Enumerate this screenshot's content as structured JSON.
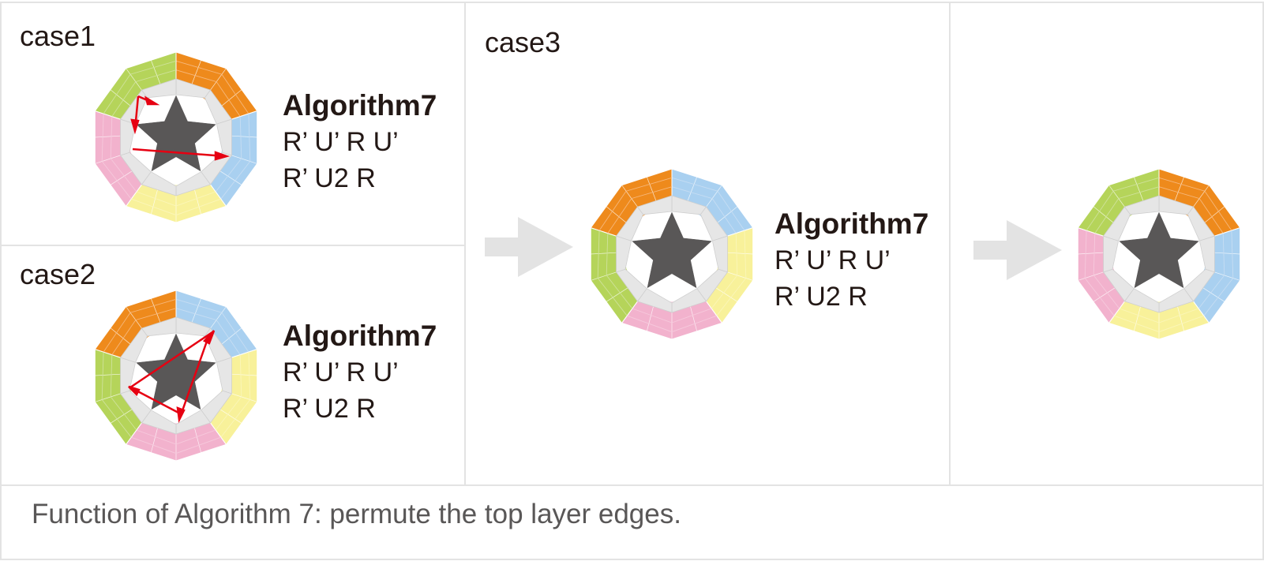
{
  "panels": {
    "case1": {
      "label": "case1",
      "algorithm": {
        "title": "Algorithm7",
        "line1": "R’ U’ R U’",
        "line2": "R’ U2 R"
      }
    },
    "case2": {
      "label": "case2",
      "algorithm": {
        "title": "Algorithm7",
        "line1": "R’ U’ R U’",
        "line2": "R’ U2 R"
      }
    },
    "case3": {
      "label": "case3",
      "algorithm": {
        "title": "Algorithm7",
        "line1": "R’ U’ R U’",
        "line2": "R’ U2 R"
      }
    }
  },
  "caption": "Function of Algorithm 7: permute the top layer edges.",
  "colors": {
    "border": "#e3e3e3",
    "arrow_gray": "#e3e3e3",
    "red_arrow": "#e60012",
    "center_dark": "#595757",
    "center_mid": "#898989",
    "tile_gray": "#e6e6e6",
    "blue": "#a9d0f0",
    "blue_light": "#c6ddf3",
    "yellow": "#f8f19a",
    "yellow_light": "#fbf6b8",
    "pink": "#f2b2cd",
    "pink_light": "#f6c9dc",
    "green": "#b5d45a",
    "green_light": "#cfe29b",
    "orange": "#ee8a1c",
    "orange_light": "#f6b77a"
  },
  "icons": [
    "right-arrow-icon",
    "megaminx-face-icon",
    "red-swap-arrow-icon"
  ]
}
